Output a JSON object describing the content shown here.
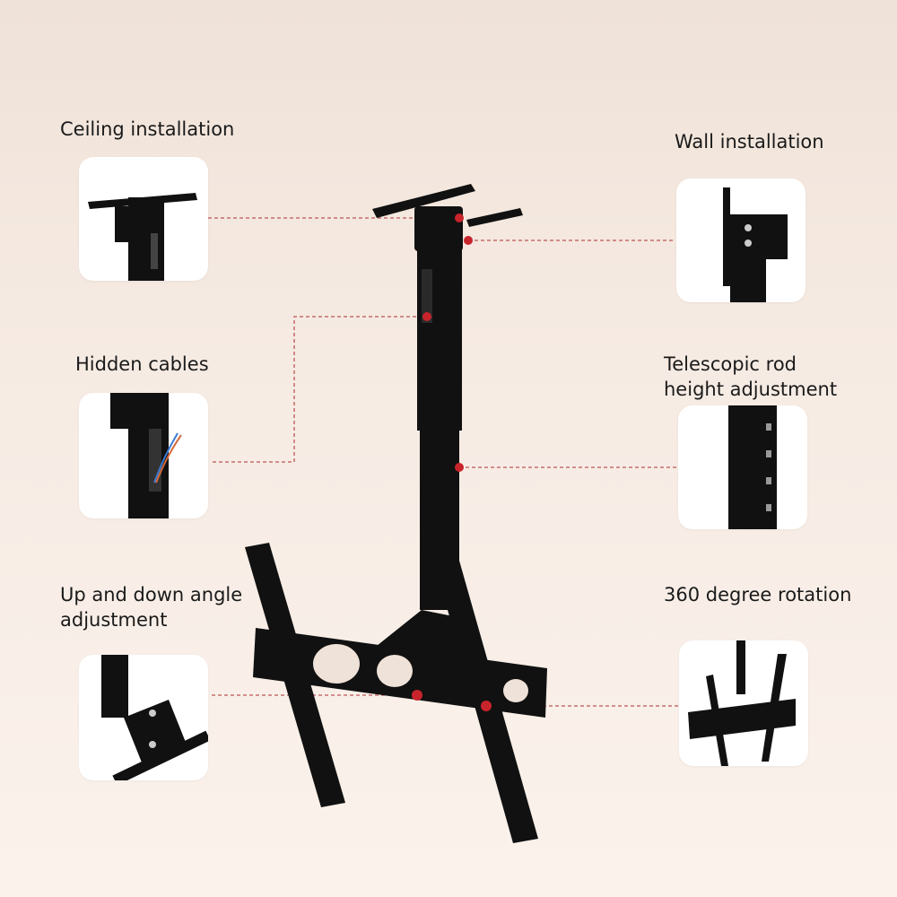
{
  "features": {
    "ceiling": "Ceiling installation",
    "wall": "Wall installation",
    "hidden_cables": "Hidden cables",
    "telescopic": "Telescopic rod\nheight adjustment",
    "angle": "Up and down angle\nadjustment",
    "rotation": "360 degree rotation"
  },
  "colors": {
    "accent_dot": "#c8242b",
    "connector_line": "#b04a4a",
    "product": "#111111"
  }
}
